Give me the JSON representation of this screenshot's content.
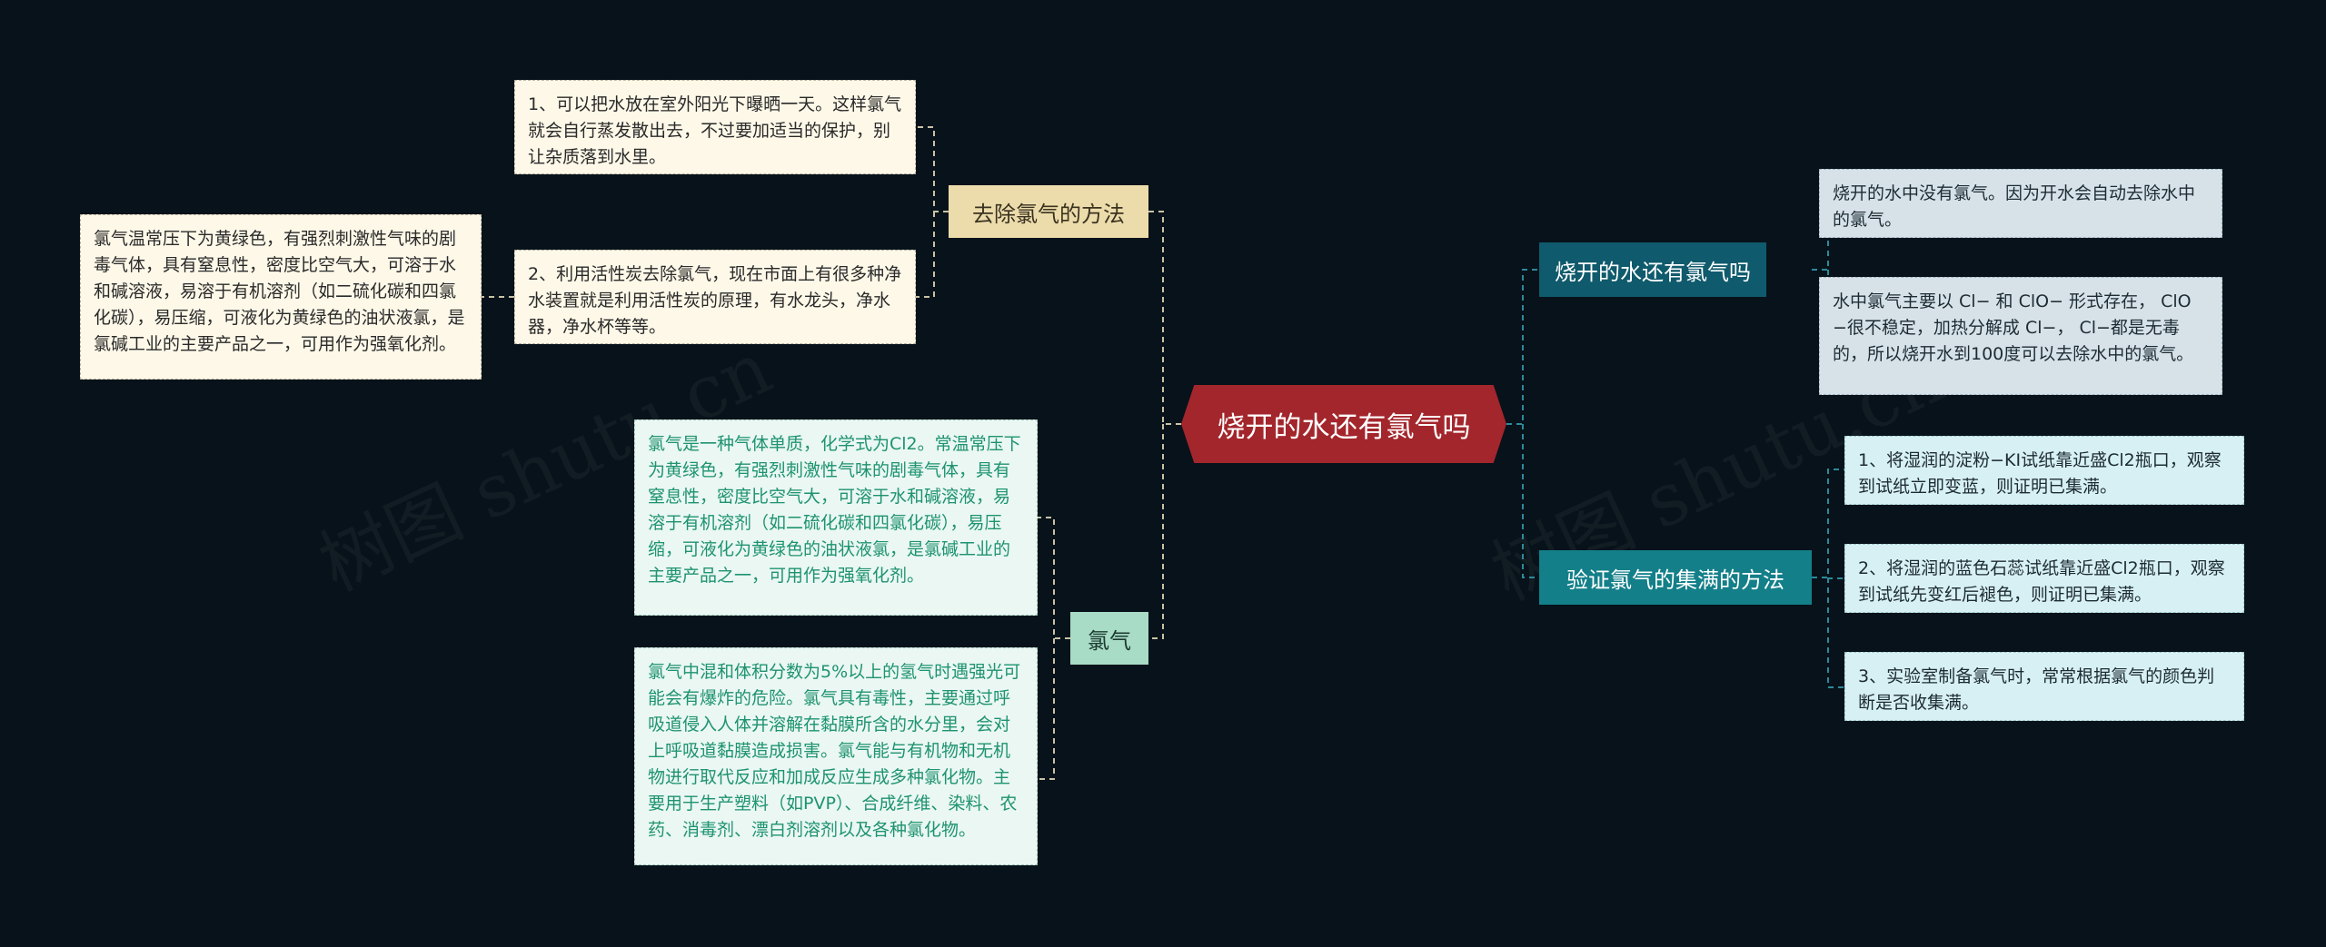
{
  "watermark": "树图 shutu.cn",
  "root": {
    "label": "烧开的水还有氯气吗"
  },
  "left": {
    "remove": {
      "label": "去除氯气的方法",
      "items": [
        "1、可以把水放在室外阳光下曝晒一天。这样氯气就会自行蒸发散出去，不过要加适当的保护，别让杂质落到水里。",
        "2、利用活性炭去除氯气，现在市面上有很多种净水装置就是利用活性炭的原理，有水龙头，净水器，净水杯等等。"
      ],
      "sub_note": "氯气温常压下为黄绿色，有强烈刺激性气味的剧毒气体，具有窒息性，密度比空气大，可溶于水和碱溶液，易溶于有机溶剂（如二硫化碳和四氯化碳），易压缩，可液化为黄绿色的油状液氯，是氯碱工业的主要产品之一，可用作为强氧化剂。"
    },
    "chlorine": {
      "label": "氯气",
      "items": [
        "氯气是一种气体单质，化学式为Cl2。常温常压下为黄绿色，有强烈刺激性气味的剧毒气体，具有窒息性，密度比空气大，可溶于水和碱溶液，易溶于有机溶剂（如二硫化碳和四氯化碳），易压缩，可液化为黄绿色的油状液氯，是氯碱工业的主要产品之一，可用作为强氧化剂。",
        "氯气中混和体积分数为5%以上的氢气时遇强光可能会有爆炸的危险。氯气具有毒性，主要通过呼吸道侵入人体并溶解在黏膜所含的水分里，会对上呼吸道黏膜造成损害。氯气能与有机物和无机物进行取代反应和加成反应生成多种氯化物。主要用于生产塑料（如PVP）、合成纤维、染料、农药、消毒剂、漂白剂溶剂以及各种氯化物。"
      ]
    }
  },
  "right": {
    "boiled": {
      "label": "烧开的水还有氯气吗",
      "items": [
        "烧开的水中没有氯气。因为开水会自动去除水中的氯气。",
        "水中氯气主要以 Cl− 和 ClO− 形式存在， ClO−很不稳定，加热分解成 Cl−， Cl−都是无毒的，所以烧开水到100度可以去除水中的氯气。"
      ]
    },
    "verify": {
      "label": "验证氯气的集满的方法",
      "items": [
        "1、将湿润的淀粉−KI试纸靠近盛Cl2瓶口，观察到试纸立即变蓝，则证明已集满。",
        "2、将湿润的蓝色石蕊试纸靠近盛Cl2瓶口，观察到试纸先变红后褪色，则证明已集满。",
        "3、实验室制备氯气时，常常根据氯气的颜色判断是否收集满。"
      ]
    }
  },
  "colors": {
    "background": "#07121a",
    "root": "#a3262c",
    "topic_remove": "#ecdcab",
    "topic_chlorine": "#a8dcc6",
    "topic_boiled": "#0f5a6c",
    "topic_verify": "#137f89"
  }
}
